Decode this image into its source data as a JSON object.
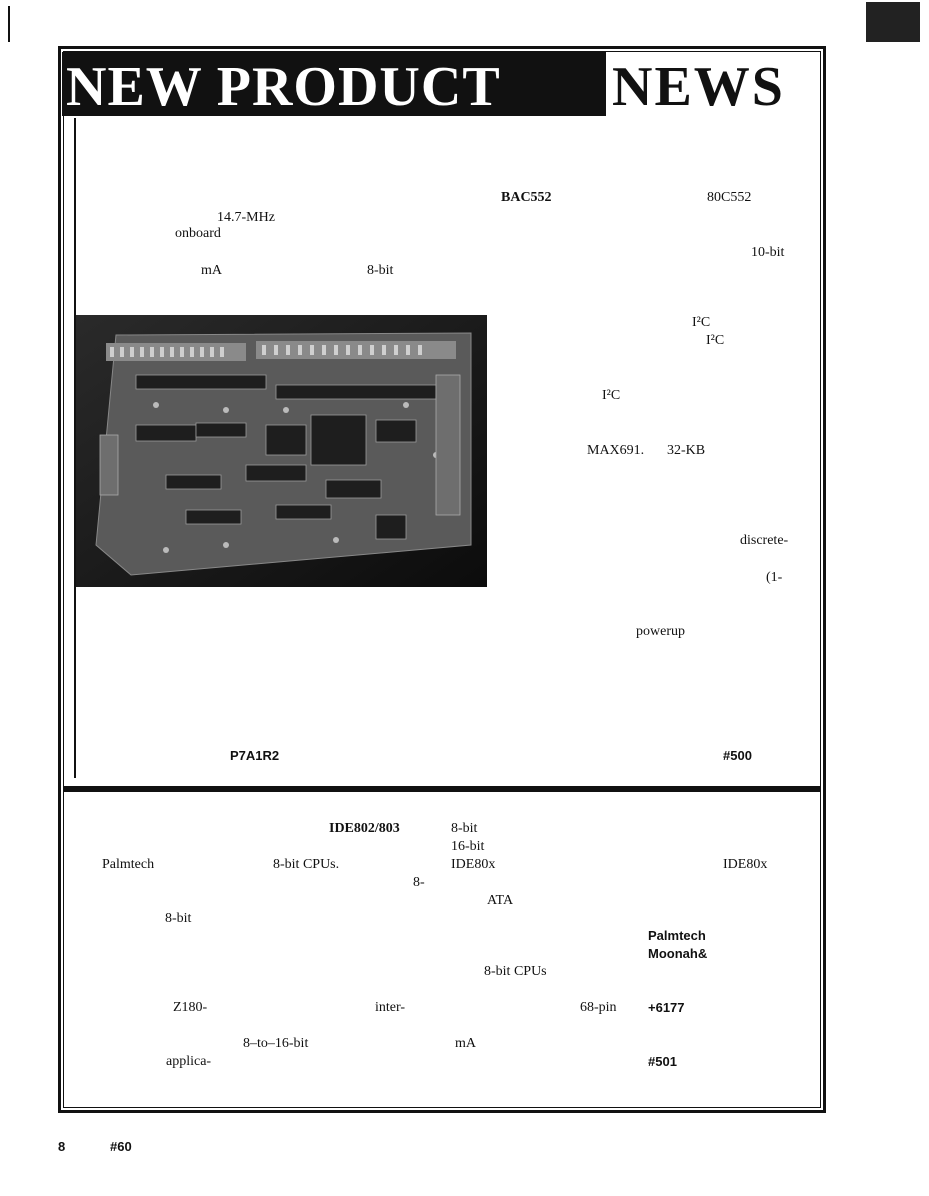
{
  "header": {
    "title_left": "NEW PRODUCT",
    "title_right": "NEWS"
  },
  "top_article": {
    "frag_bac552": "BAC552",
    "frag_80c552": "80C552",
    "frag_147mhz": "14.7-MHz",
    "frag_onboard": "onboard",
    "frag_10bit": "10-bit",
    "frag_ma": "mA",
    "frag_8bit": "8-bit",
    "frag_i2c_1": "I²C",
    "frag_i2c_2": "I²C",
    "frag_i2c_3": "I²C",
    "frag_max691": "MAX691.",
    "frag_32kb": "32-KB",
    "frag_discrete": "discrete-",
    "frag_one": "(1-",
    "frag_powerup": "powerup",
    "frag_p7a1r2": "P7A1R2",
    "frag_reader": "#500"
  },
  "bottom_article": {
    "frag_ide802": "IDE802/803",
    "frag_8bit_a": "8-bit",
    "frag_16bit": "16-bit",
    "frag_palmtech": "Palmtech",
    "frag_8bitcpus": "8-bit CPUs.",
    "frag_ide80x_a": "IDE80x",
    "frag_ide80x_b": "IDE80x",
    "frag_8dash": "8-",
    "frag_ata": "ATA",
    "frag_8bit_b": "8-bit",
    "frag_palmtech_b": "Palmtech",
    "frag_moonah": "Moonah&",
    "frag_8bitcpus_b": "8-bit CPUs",
    "frag_z180": "Z180-",
    "frag_inter": "inter-",
    "frag_68pin": "68-pin",
    "frag_phone": "+6177",
    "frag_8to16": "8–to–16-bit",
    "frag_ma": "mA",
    "frag_applica": "applica-",
    "frag_reader": "#501"
  },
  "footer": {
    "page_number": "8",
    "issue": "#60"
  }
}
